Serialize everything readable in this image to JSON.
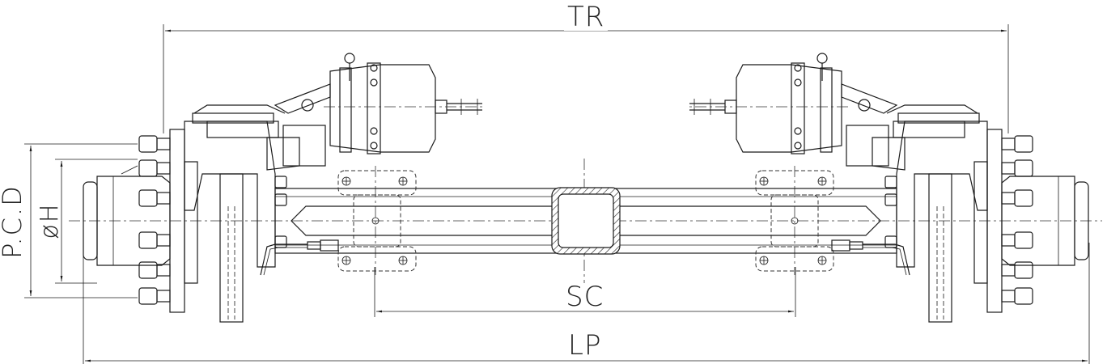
{
  "dimensions": {
    "tr": "TR",
    "sc": "SC",
    "lp": "LP",
    "pcd": "P.C.D",
    "h": "øH"
  },
  "icons": {
    "axle": "axle-assembly-icon",
    "brake_chamber": "brake-chamber-icon",
    "hub": "wheel-hub-icon",
    "bolt": "wheel-bolt-icon"
  }
}
